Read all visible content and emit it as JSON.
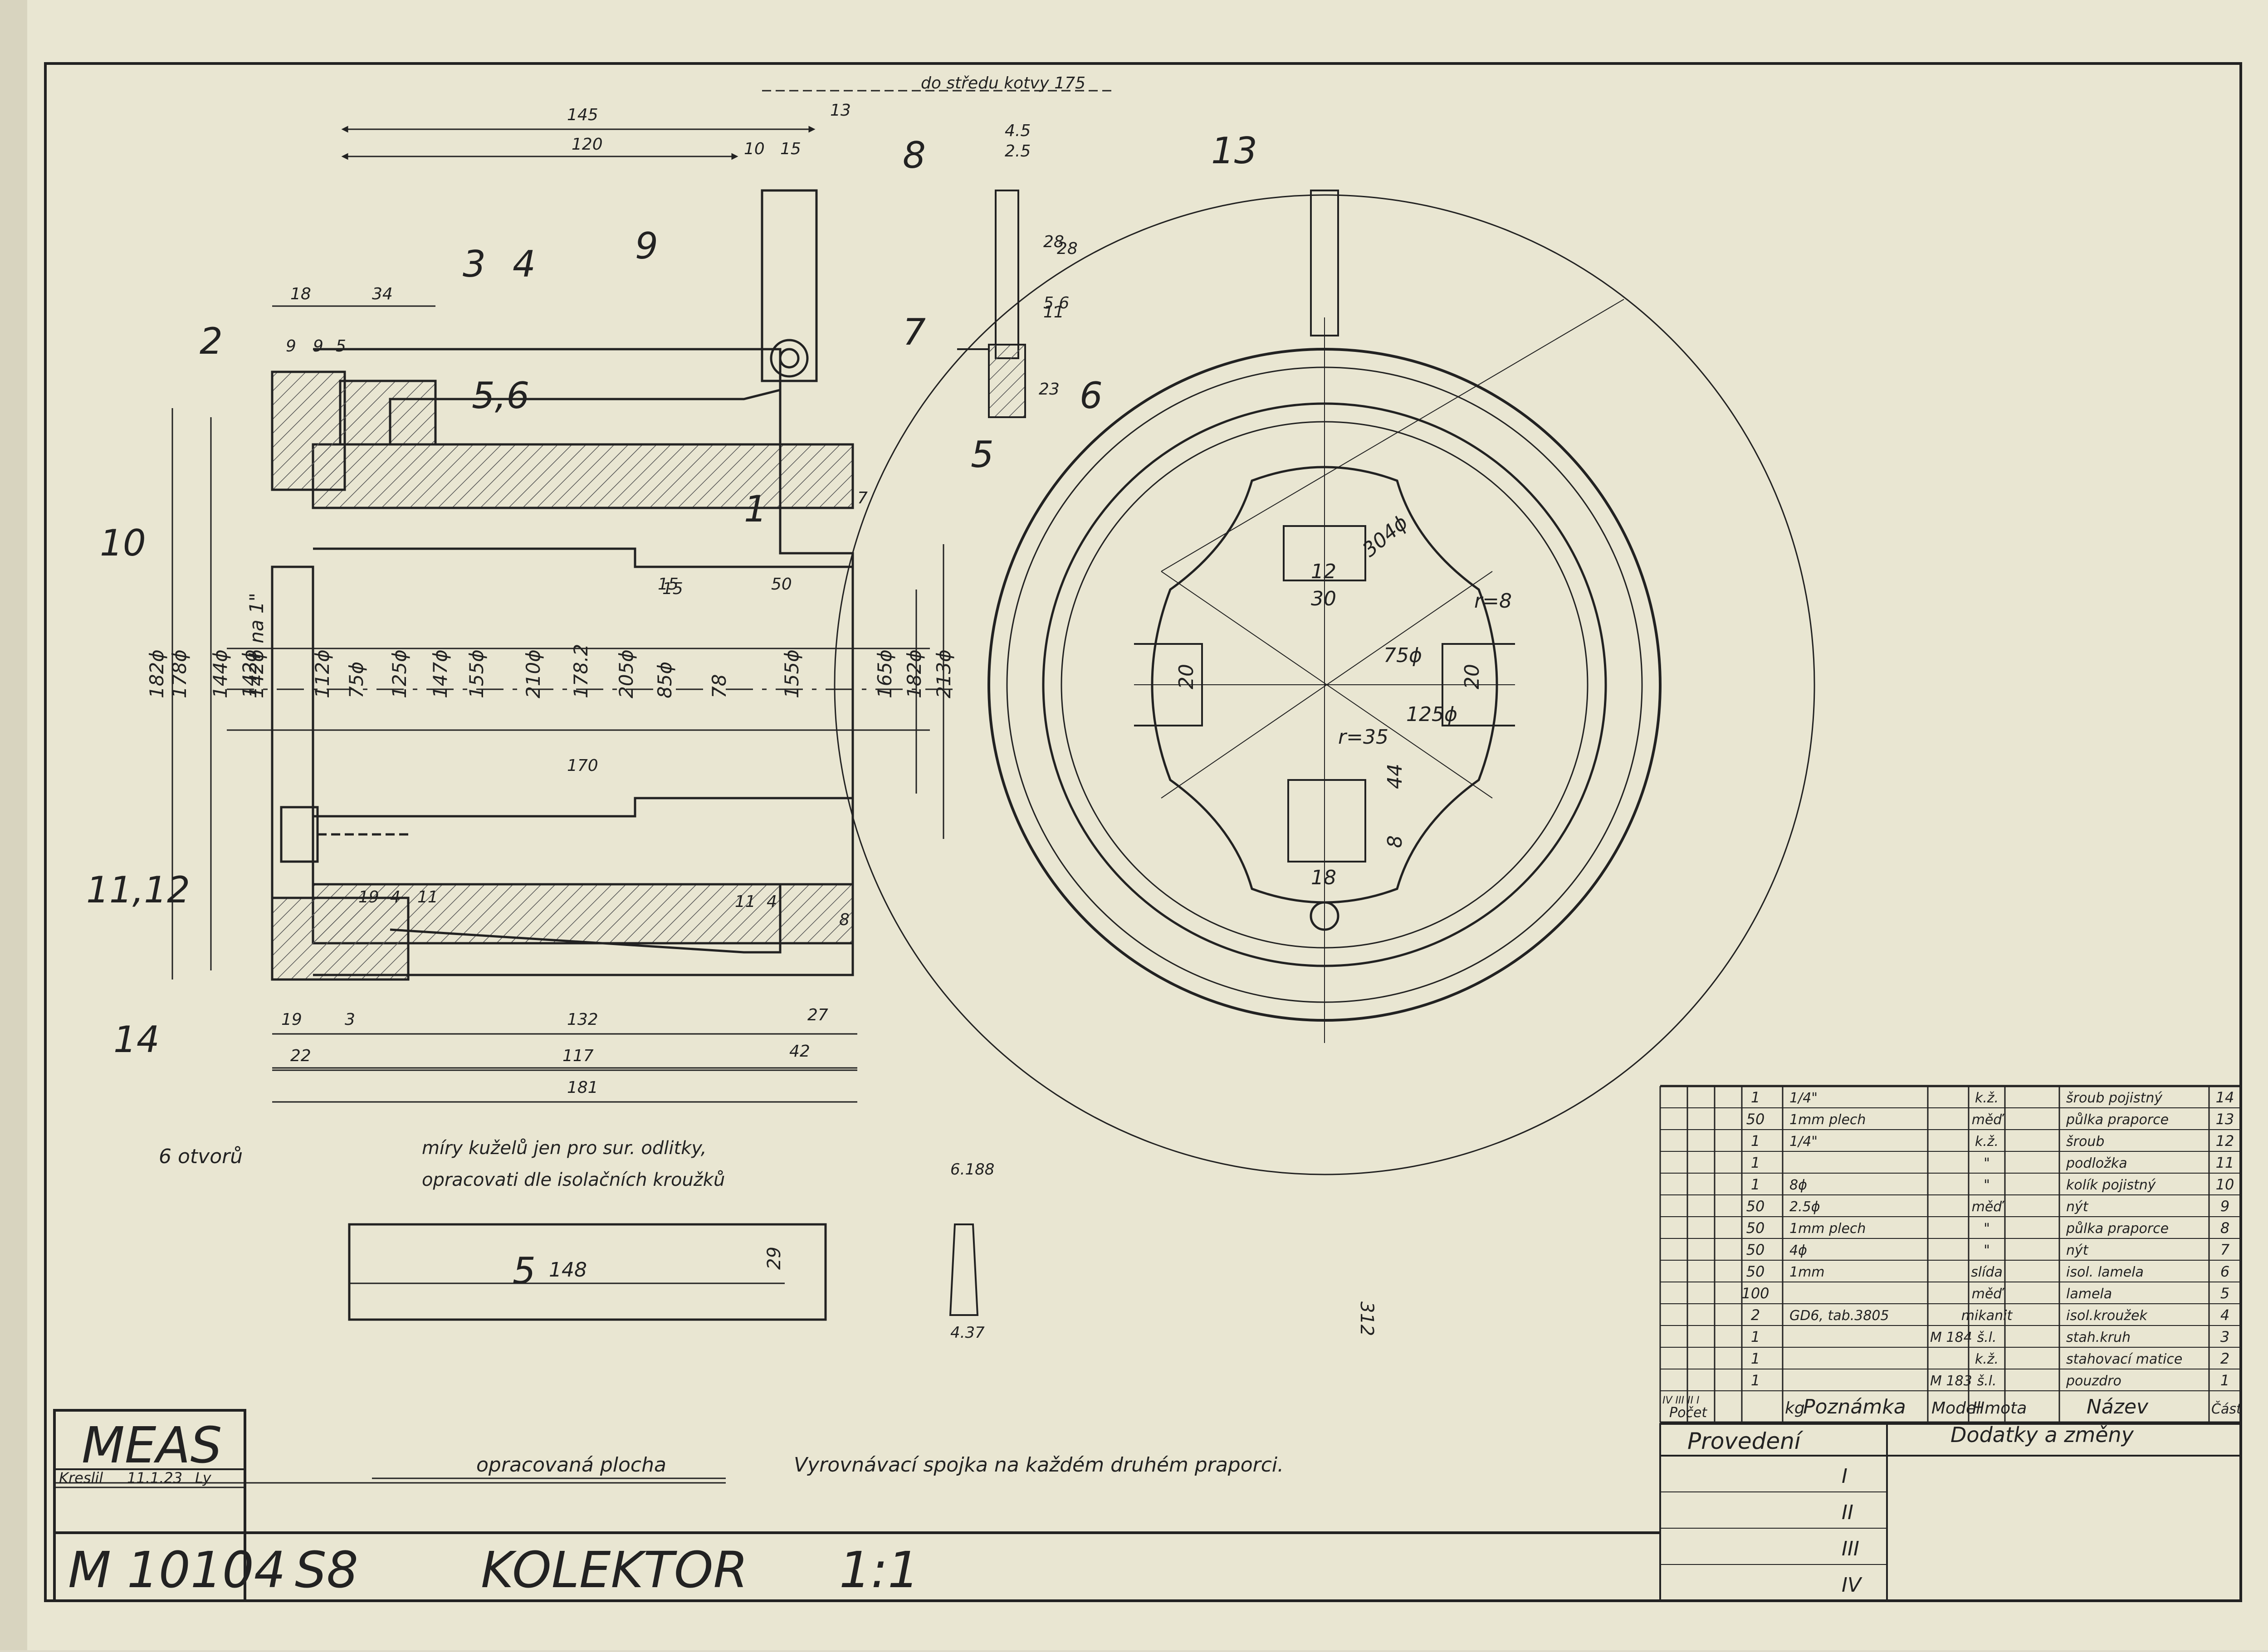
{
  "sheet": {
    "colors": {
      "paper": "#e9e6d2",
      "ink": "#222222",
      "hatch": "#555555"
    },
    "title_block": {
      "company": "MEAS",
      "drawn_label": "Kreslil",
      "drawn_date": "11.1.23",
      "drawn_initials": "Ly",
      "drawing_number": "M 10104",
      "type": "S8",
      "title": "KOLEKTOR",
      "scale": "1:1"
    },
    "revision_block": {
      "provedeni_label": "Provedení",
      "dodatky_label": "Dodatky a změny",
      "rows": [
        "I",
        "II",
        "III",
        "IV"
      ]
    },
    "parts_list": {
      "header": {
        "roman": "IV III II I",
        "pocet": "Počet",
        "kg": "kg",
        "poznamka": "Poznámka",
        "model": "Model",
        "hmota": "Hmota",
        "nazev": "Název",
        "cast": "Část"
      },
      "rows": [
        {
          "qty": "1",
          "note": "1/4\"",
          "model": "",
          "material": "k.ž.",
          "name": "šroub pojistný",
          "part": "14"
        },
        {
          "qty": "50",
          "note": "1mm        plech",
          "model": "",
          "material": "měď",
          "name": "půlka praporce",
          "part": "13"
        },
        {
          "qty": "1",
          "note": "1/4\"",
          "model": "",
          "material": "k.ž.",
          "name": "šroub",
          "part": "12"
        },
        {
          "qty": "1",
          "note": "",
          "model": "",
          "material": "\"",
          "name": "podložka",
          "part": "11"
        },
        {
          "qty": "1",
          "note": "8ϕ",
          "model": "",
          "material": "\"",
          "name": "kolík pojistný",
          "part": "10"
        },
        {
          "qty": "50",
          "note": "2.5ϕ",
          "model": "",
          "material": "měď",
          "name": "nýt",
          "part": "9"
        },
        {
          "qty": "50",
          "note": "1mm        plech",
          "model": "",
          "material": "\"",
          "name": "půlka praporce",
          "part": "8"
        },
        {
          "qty": "50",
          "note": "4ϕ",
          "model": "",
          "material": "\"",
          "name": "nýt",
          "part": "7"
        },
        {
          "qty": "50",
          "note": "1mm",
          "model": "",
          "material": "slída",
          "name": "isol. lamela",
          "part": "6"
        },
        {
          "qty": "100",
          "note": "",
          "model": "",
          "material": "měď",
          "name": "lamela",
          "part": "5"
        },
        {
          "qty": "2",
          "note": "GD6, tab.3805",
          "model": "",
          "material": "mikanit",
          "name": "isol.kroužek",
          "part": "4"
        },
        {
          "qty": "1",
          "note": "",
          "model": "M 184",
          "material": "š.l.",
          "name": "stah.kruh",
          "part": "3"
        },
        {
          "qty": "1",
          "note": "",
          "model": "",
          "material": "k.ž.",
          "name": "stahovací matice",
          "part": "2"
        },
        {
          "qty": "1",
          "note": "",
          "model": "M 183",
          "material": "š.l.",
          "name": "pouzdro",
          "part": "1"
        }
      ]
    },
    "notes": {
      "machined_surface": "opracovaná plocha",
      "equalizer": "Vyrovnávací spojka na každém druhém praporci.",
      "cone_note_1": "míry kuželů jen pro sur. odlitky,",
      "cone_note_2": "opracovati dle isolačních kroužků",
      "holes": "6 otvorů",
      "armature_center": "do středu kotvy 175",
      "margin_mark": "312"
    },
    "callouts": [
      "1",
      "2",
      "3",
      "4",
      "5,6",
      "7",
      "8",
      "9",
      "10",
      "11,12",
      "13",
      "14",
      "5",
      "6",
      "5"
    ],
    "dimensions": {
      "top": [
        "145",
        "120",
        "10",
        "15",
        "13",
        "18",
        "34",
        "9",
        "9",
        "5",
        "4.5",
        "2.5",
        "28",
        "11",
        "15",
        "5.6"
      ],
      "vertical": [
        "182ϕ",
        "178ϕ",
        "144ϕ",
        "142ϕ",
        "142ϕ na 1\"",
        "112ϕ",
        "75ϕ",
        "125ϕ",
        "147ϕ",
        "155ϕ",
        "210ϕ",
        "178.2",
        "205ϕ",
        "85ϕ",
        "78",
        "155ϕ",
        "165ϕ",
        "182ϕ",
        "213ϕ"
      ],
      "bottom": [
        "19",
        "3",
        "22",
        "132",
        "117",
        "27",
        "42",
        "181",
        "170",
        "19",
        "4",
        "11",
        "11",
        "4",
        "8",
        "23",
        "28",
        "50",
        "15",
        "7"
      ],
      "front": [
        "304ϕ",
        "12",
        "30",
        "20",
        "20",
        "75ϕ",
        "125ϕ",
        "r=35",
        "44",
        "8",
        "18",
        "r=8"
      ],
      "lamella": [
        "148",
        "29"
      ],
      "wedge": [
        "6.188",
        "4.37"
      ]
    }
  }
}
